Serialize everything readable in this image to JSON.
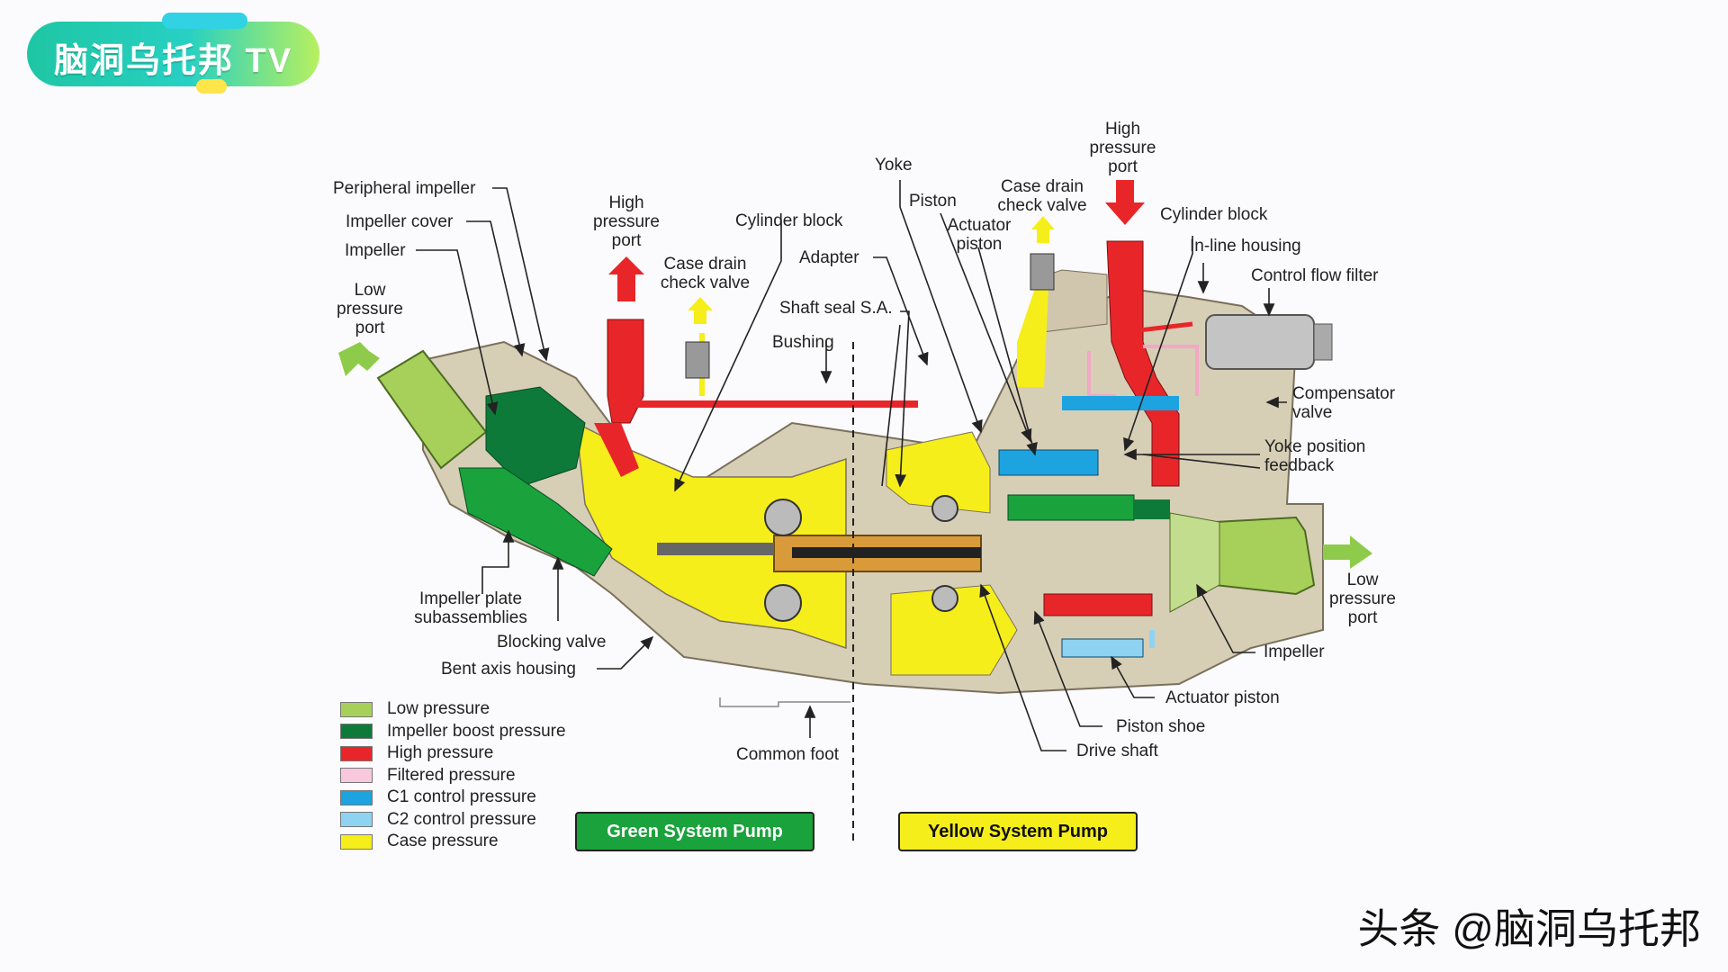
{
  "logo": {
    "text": "脑洞乌托邦 TV"
  },
  "watermark": "头条 @脑洞乌托邦",
  "labels": {
    "peripheral_impeller": "Peripheral impeller",
    "impeller_cover": "Impeller cover",
    "impeller_left": "Impeller",
    "low_pressure_port_left": "Low\npressure\nport",
    "high_pressure_port_left": "High\npressure\nport",
    "case_drain_left": "Case drain\ncheck valve",
    "cylinder_block_left": "Cylinder block",
    "adapter": "Adapter",
    "shaft_seal": "Shaft seal S.A.",
    "bushing": "Bushing",
    "yoke": "Yoke",
    "piston_top": "Piston",
    "actuator_piston_top": "Actuator\npiston",
    "case_drain_right": "Case drain\ncheck valve",
    "high_pressure_port_right": "High\npressure\nport",
    "cylinder_block_right": "Cylinder block",
    "inline_housing": "In-line housing",
    "control_flow_filter": "Control flow filter",
    "compensator_valve": "Compensator\nvalve",
    "yoke_feedback": "Yoke position\nfeedback",
    "low_pressure_port_right": "Low\npressure\nport",
    "impeller_right": "Impeller",
    "actuator_piston_bottom": "Actuator piston",
    "piston_shoe": "Piston shoe",
    "drive_shaft": "Drive shaft",
    "common_foot": "Common foot",
    "bent_axis_housing": "Bent axis housing",
    "blocking_valve": "Blocking valve",
    "impeller_plate": "Impeller plate\nsubassemblies"
  },
  "legend": [
    {
      "label": "Low pressure",
      "color": "#a6d05a"
    },
    {
      "label": "Impeller boost pressure",
      "color": "#0e7a3a"
    },
    {
      "label": "High pressure",
      "color": "#e8262a"
    },
    {
      "label": "Filtered pressure",
      "color": "#f8c8dc"
    },
    {
      "label": "C1 control pressure",
      "color": "#1da3e0"
    },
    {
      "label": "C2 control pressure",
      "color": "#8fd3f2"
    },
    {
      "label": "Case pressure",
      "color": "#f6ee1a"
    }
  ],
  "buttons": {
    "green": {
      "label": "Green System Pump",
      "color": "#1aa23c"
    },
    "yellow": {
      "label": "Yellow System Pump",
      "color": "#f6ee1a"
    }
  }
}
